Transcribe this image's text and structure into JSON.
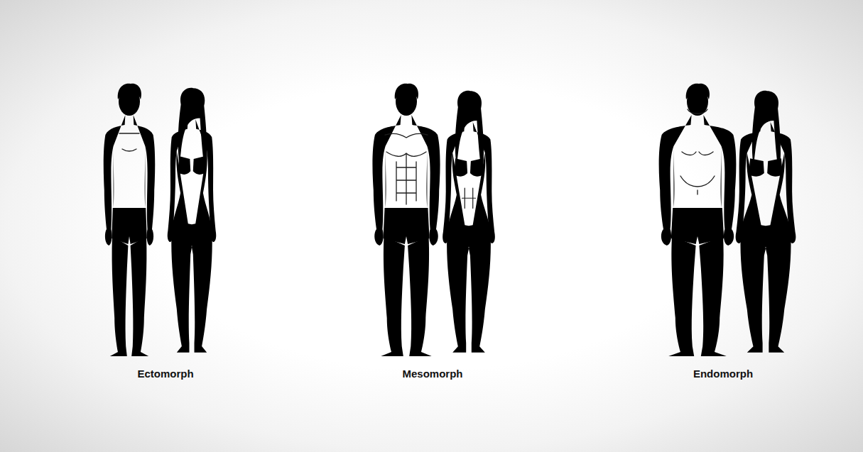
{
  "diagram": {
    "labels": [
      "Ectomorph",
      "Mesomorph",
      "Endomorph"
    ]
  }
}
